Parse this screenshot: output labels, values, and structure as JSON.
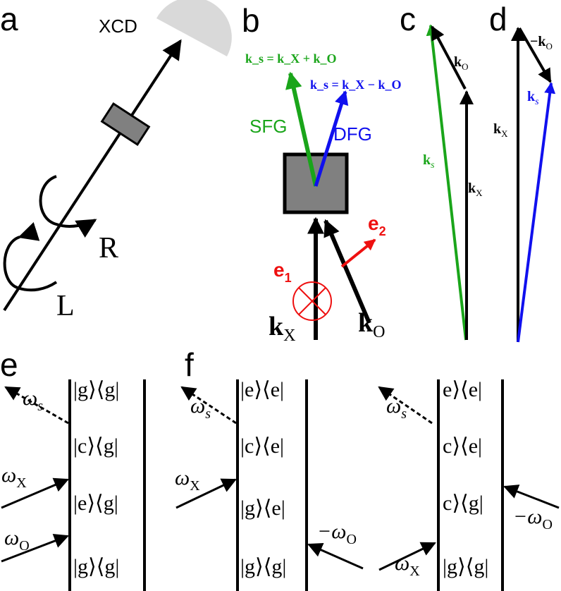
{
  "panels": {
    "a": "a",
    "b": "b",
    "c": "c",
    "d": "d",
    "e": "e",
    "f": "f"
  },
  "panel_a": {
    "detector": "XCD",
    "right_circular": "R",
    "left_circular": "L"
  },
  "panel_b": {
    "sfg_eq": "k_s = k_X + k_O",
    "dfg_eq": "k_s = k_X − k_O",
    "sfg": "SFG",
    "dfg": "DFG",
    "e1": "e",
    "e1_sub": "1",
    "e2": "e",
    "e2_sub": "2",
    "kx": "k",
    "kx_sub": "X",
    "ko": "k",
    "ko_sub": "O"
  },
  "panel_c": {
    "ko": "k",
    "ko_sub": "O",
    "ks": "k",
    "ks_sub": "s",
    "kx": "k",
    "kx_sub": "X"
  },
  "panel_d": {
    "minus_ko": "−k",
    "minus_ko_sub": "O",
    "kx": "k",
    "kx_sub": "X",
    "ks": "k",
    "ks_sub": "s"
  },
  "panel_e": {
    "omega_s": "ω",
    "omega_s_sub": "s",
    "omega_x": "ω",
    "omega_x_sub": "X",
    "omega_o": "ω",
    "omega_o_sub": "O",
    "states": [
      "|g⟩⟨g|",
      "|c⟩⟨g|",
      "|e⟩⟨g|",
      "|g⟩⟨g|"
    ]
  },
  "panel_f1": {
    "omega_s": "ω",
    "omega_s_sub": "s",
    "omega_x": "ω",
    "omega_x_sub": "X",
    "minus_omega_o": "−ω",
    "minus_omega_o_sub": "O",
    "states": [
      "|e⟩⟨e|",
      "|c⟩⟨e|",
      "|g⟩⟨e|",
      "|g⟩⟨g|"
    ]
  },
  "panel_f2": {
    "omega_s": "ω",
    "omega_s_sub": "s",
    "omega_x": "ω",
    "omega_x_sub": "X",
    "minus_omega_o": "−ω",
    "minus_omega_o_sub": "O",
    "states": [
      "e⟩⟨e|",
      "c⟩⟨e|",
      "c⟩⟨g|",
      "|g⟩⟨g|"
    ]
  },
  "colors": {
    "black": "#000000",
    "green": "#1aa51a",
    "blue": "#1010ee",
    "red": "#ee1010",
    "gray": "#808080",
    "detector": "#d9d9d9"
  }
}
